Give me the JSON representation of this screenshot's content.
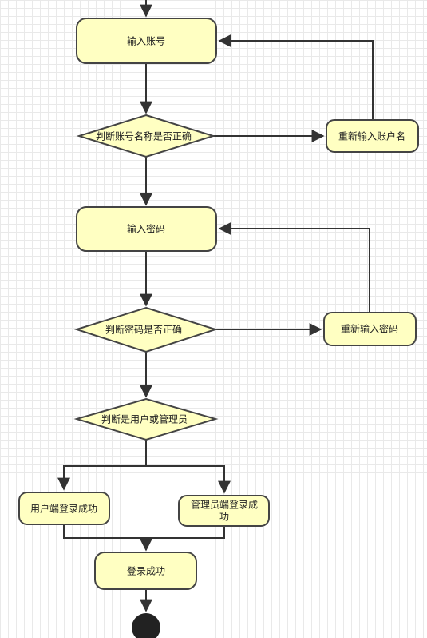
{
  "nodes": {
    "input_account": "输入账号",
    "check_account": "判断账号名称是否正确",
    "reenter_account": "重新输入账户名",
    "input_password": "输入密码",
    "check_password": "判断密码是否正确",
    "reenter_password": "重新输入密码",
    "check_role": "判断是用户或管理员",
    "user_login_success": "用户端登录成功",
    "admin_login_success_line1": "管理员端登录成",
    "admin_login_success_line2": "功",
    "login_success": "登录成功"
  },
  "colors": {
    "node_fill": "#ffffc2",
    "node_stroke": "#444444",
    "edge": "#333333",
    "end_fill": "#222222"
  }
}
